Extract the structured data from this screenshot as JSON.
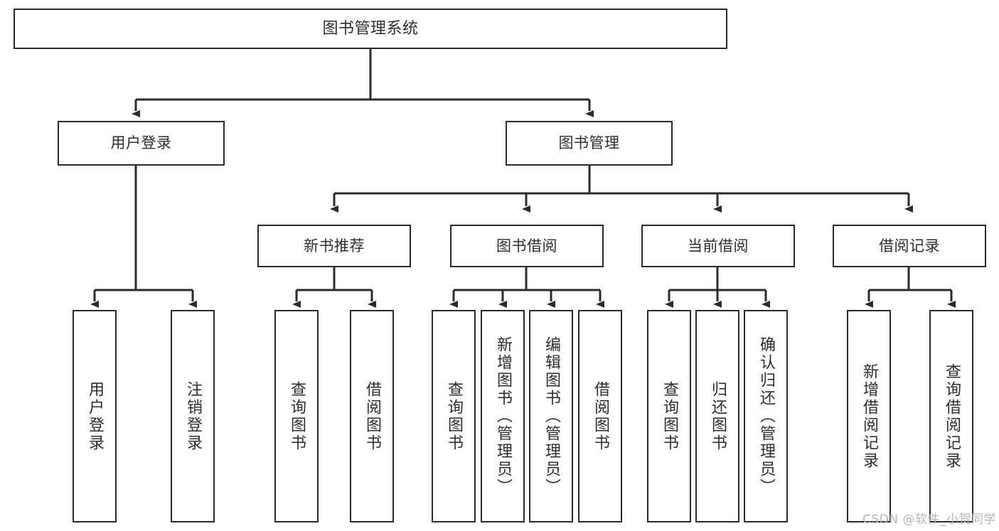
{
  "diagram": {
    "title": "图书管理系统",
    "type": "hierarchy-tree",
    "colors": {
      "box_border": "#2b2b2b",
      "box_fill": "#ffffff",
      "connector": "#2b2b2b",
      "text": "#2d2d2d",
      "watermark": "#b6b6b6",
      "background": "#ffffff"
    },
    "root": {
      "label": "图书管理系统"
    },
    "level2": [
      {
        "label": "用户登录"
      },
      {
        "label": "图书管理"
      }
    ],
    "level3": [
      {
        "label": "新书推荐"
      },
      {
        "label": "图书借阅"
      },
      {
        "label": "当前借阅"
      },
      {
        "label": "借阅记录"
      }
    ],
    "leaves": {
      "user_login": [
        {
          "label": "用户登录"
        },
        {
          "label": "注销登录"
        }
      ],
      "new_book_recommend": [
        {
          "label": "查询图书"
        },
        {
          "label": "借阅图书"
        }
      ],
      "book_borrow": [
        {
          "label": "查询图书"
        },
        {
          "label": "新增图书（管理员）"
        },
        {
          "label": "编辑图书（管理员）"
        },
        {
          "label": "借阅图书"
        }
      ],
      "current_borrow": [
        {
          "label": "查询图书"
        },
        {
          "label": "归还图书"
        },
        {
          "label": "确认归还（管理员）"
        }
      ],
      "borrow_record": [
        {
          "label": "新增借阅记录"
        },
        {
          "label": "查询借阅记录"
        }
      ]
    }
  },
  "watermark": {
    "text": "CSDN @软件_小贺同学"
  }
}
